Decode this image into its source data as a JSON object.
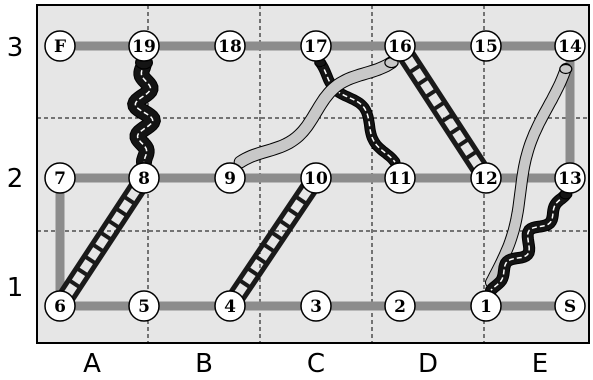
{
  "columns": [
    "A",
    "B",
    "C",
    "D",
    "E"
  ],
  "rows": [
    "1",
    "2",
    "3"
  ],
  "squares": [
    {
      "label": "S",
      "col": 5,
      "row": 1
    },
    {
      "label": "1",
      "col": 4,
      "row": 1
    },
    {
      "label": "2",
      "col": 3,
      "row": 1
    },
    {
      "label": "3",
      "col": 2,
      "row": 1
    },
    {
      "label": "4",
      "col": 1,
      "row": 1
    },
    {
      "label": "5",
      "col": 0,
      "row": 1
    },
    {
      "label": "6",
      "col": -1,
      "row": 1
    },
    {
      "label": "7",
      "col": -1,
      "row": 2
    },
    {
      "label": "8",
      "col": 0,
      "row": 2
    },
    {
      "label": "9",
      "col": 1,
      "row": 2
    },
    {
      "label": "10",
      "col": 2,
      "row": 2
    },
    {
      "label": "11",
      "col": 3,
      "row": 2
    },
    {
      "label": "12",
      "col": 4,
      "row": 2
    },
    {
      "label": "13",
      "col": 5,
      "row": 2
    },
    {
      "label": "14",
      "col": 5,
      "row": 3
    },
    {
      "label": "15",
      "col": 4,
      "row": 3
    },
    {
      "label": "16",
      "col": 3,
      "row": 3
    },
    {
      "label": "17",
      "col": 2,
      "row": 3
    },
    {
      "label": "18",
      "col": 1,
      "row": 3
    },
    {
      "label": "19",
      "col": 0,
      "row": 3
    },
    {
      "label": "F",
      "col": -1,
      "row": 3
    }
  ],
  "ladders": [
    {
      "from": "6",
      "to": "8"
    },
    {
      "from": "4",
      "to": "10"
    },
    {
      "from": "12",
      "to": "16"
    }
  ],
  "snakes": [
    {
      "head": "19",
      "tail": "8"
    },
    {
      "head": "17",
      "tail": "11"
    },
    {
      "head": "16",
      "tail": "9"
    },
    {
      "head": "14",
      "tail": "1"
    },
    {
      "head": "13",
      "tail": "1"
    }
  ],
  "colors": {
    "board": "#e6e6e6",
    "border": "#000000",
    "path": "#8c8c8c",
    "node_fill": "#ffffff",
    "node_stroke": "#000000",
    "grid_dash": "#000000",
    "ladder_dark": "#1a1a1a",
    "snake_dark": "#141414",
    "snake_light": "#c8c8c8"
  }
}
